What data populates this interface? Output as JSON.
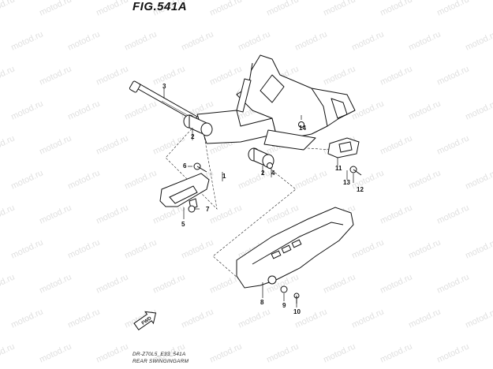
{
  "figure": {
    "title": "FIG.541A",
    "model_code": "DR-Z70L5_E33_541A",
    "subtitle": "REAR SWINGINGARM"
  },
  "watermark": {
    "text": "motod.ru"
  },
  "fwd_label": "FWD",
  "callouts": [
    {
      "id": "c1",
      "label": "1"
    },
    {
      "id": "c2a",
      "label": "2"
    },
    {
      "id": "c2b",
      "label": "2"
    },
    {
      "id": "c3",
      "label": "3"
    },
    {
      "id": "c4",
      "label": "4"
    },
    {
      "id": "c5",
      "label": "5"
    },
    {
      "id": "c6",
      "label": "6"
    },
    {
      "id": "c7",
      "label": "7"
    },
    {
      "id": "c8",
      "label": "8"
    },
    {
      "id": "c9",
      "label": "9"
    },
    {
      "id": "c10",
      "label": "10"
    },
    {
      "id": "c11",
      "label": "11"
    },
    {
      "id": "c12",
      "label": "12"
    },
    {
      "id": "c13",
      "label": "13"
    },
    {
      "id": "c14",
      "label": "14"
    }
  ]
}
